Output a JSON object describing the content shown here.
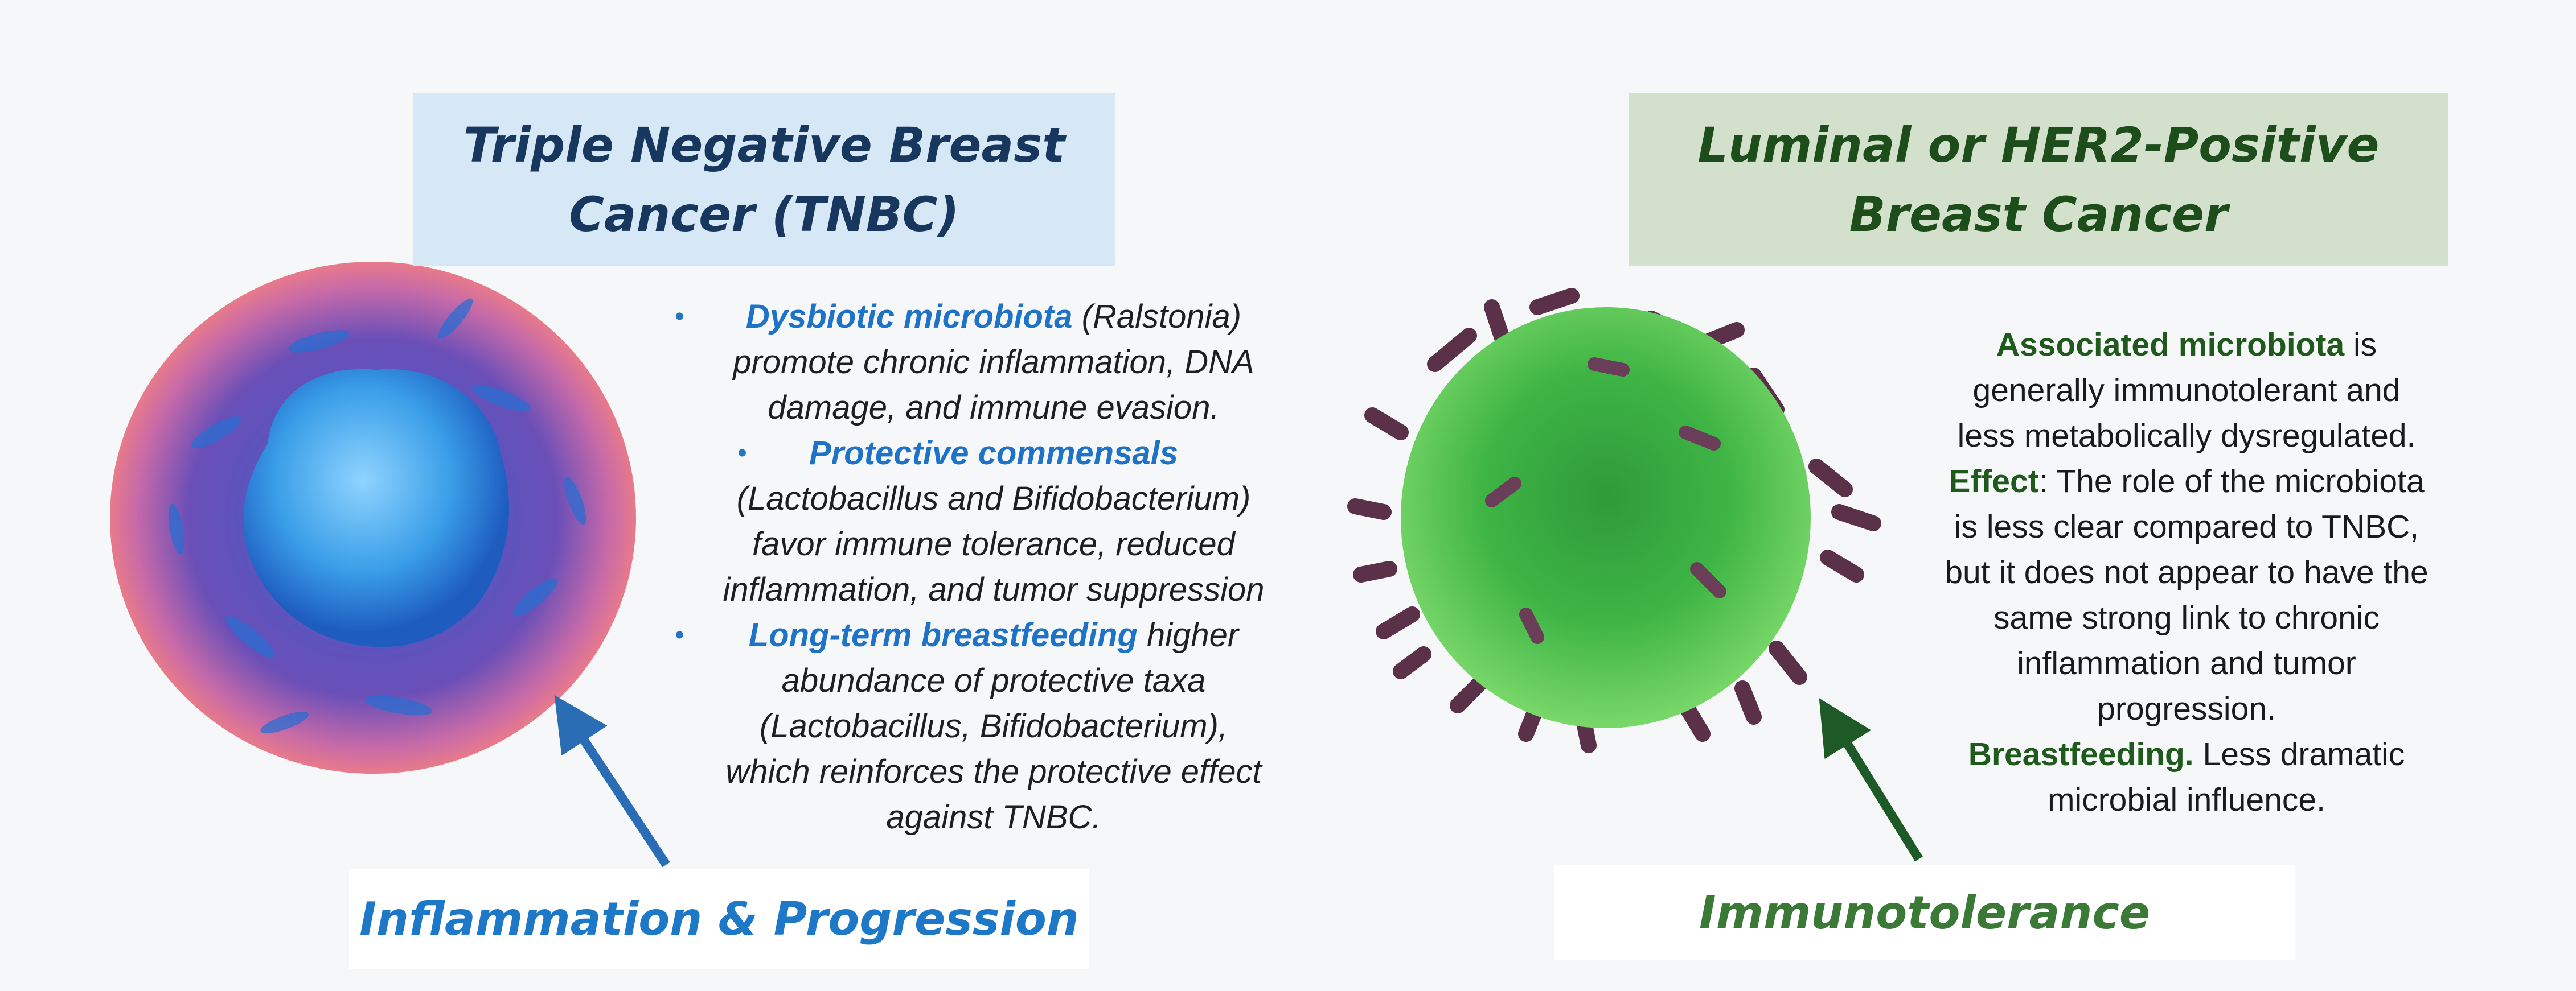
{
  "colors": {
    "tnbc_title_bg": "#d6e7f6",
    "tnbc_title_text": "#17375e",
    "luminal_title_bg": "#d3e0cc",
    "luminal_title_text": "#1d4d1a",
    "blue_accent": "#1e73c8",
    "green_accent": "#1f5a1c"
  },
  "tnbc": {
    "title_line1": "Triple Negative Breast",
    "title_line2": "Cancer (TNBC)",
    "illustration_icon": "tnbc-cancer-cell-icon",
    "bullets": [
      {
        "lead": "Dysbiotic microbiota",
        "lines": [
          " (Ralstonia)",
          "promote chronic inflammation, DNA",
          "damage, and immune evasion."
        ]
      },
      {
        "lead": "Protective commensals",
        "lines": [
          "(Lactobacillus and Bifidobacterium)",
          "favor immune tolerance, reduced",
          "inflammation, and tumor suppression"
        ]
      },
      {
        "lead": "Long-term breastfeeding",
        "lines": [
          " higher",
          "abundance of protective taxa",
          "(Lactobacillus, Bifidobacterium),",
          "which reinforces the protective effect",
          "against TNBC."
        ]
      }
    ],
    "label": "Inflammation & Progression"
  },
  "luminal": {
    "title_line1": "Luminal or HER2-Positive",
    "title_line2": "Breast Cancer",
    "illustration_icon": "luminal-cancer-cell-icon",
    "blocks": [
      {
        "lead": "Associated microbiota",
        "lines": [
          " is",
          "generally immunotolerant and",
          "less metabolically dysregulated."
        ]
      },
      {
        "lead": "Effect",
        "lines": [
          ": The role of the microbiota",
          "is less clear compared to TNBC,",
          "but it does not appear to have the",
          "same strong link to chronic",
          "inflammation and tumor",
          "progression."
        ]
      },
      {
        "lead": "Breastfeeding.",
        "lines": [
          " Less dramatic",
          "microbial influence."
        ]
      }
    ],
    "label": "Immunotolerance"
  }
}
